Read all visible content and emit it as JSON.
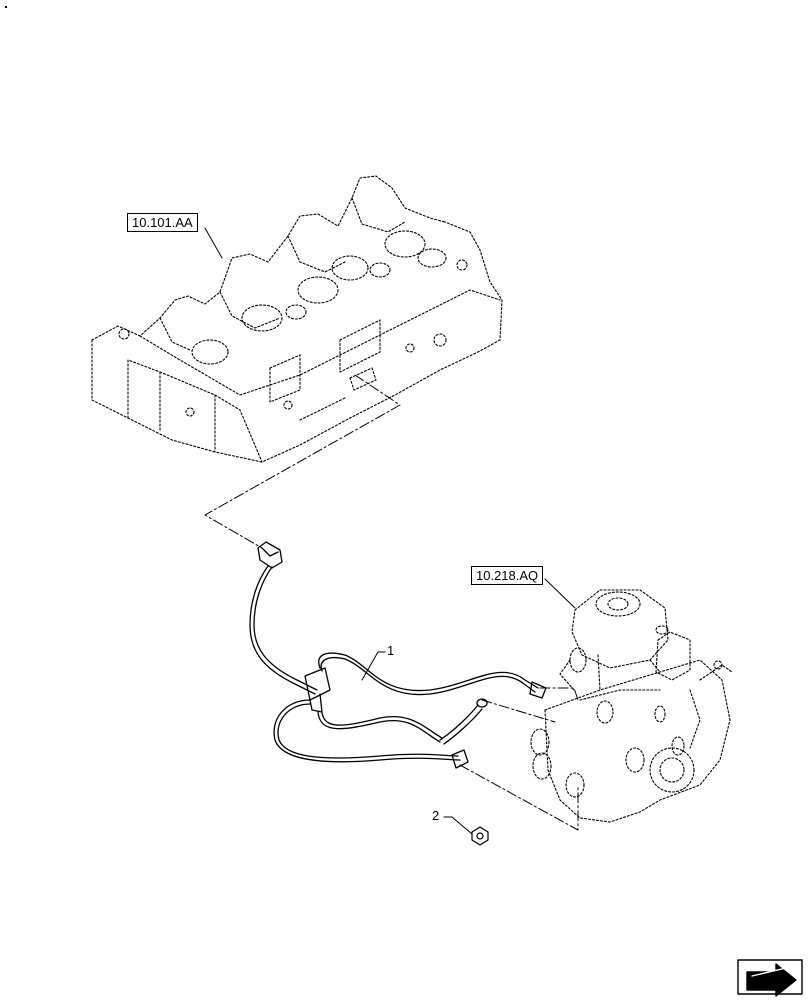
{
  "references": {
    "cylinder_head": "10.101.AA",
    "injection_pump": "10.218.AQ"
  },
  "callouts": {
    "harness": "1",
    "nut": "2"
  },
  "icons": {
    "corner": "next-page-arrow-icon"
  }
}
